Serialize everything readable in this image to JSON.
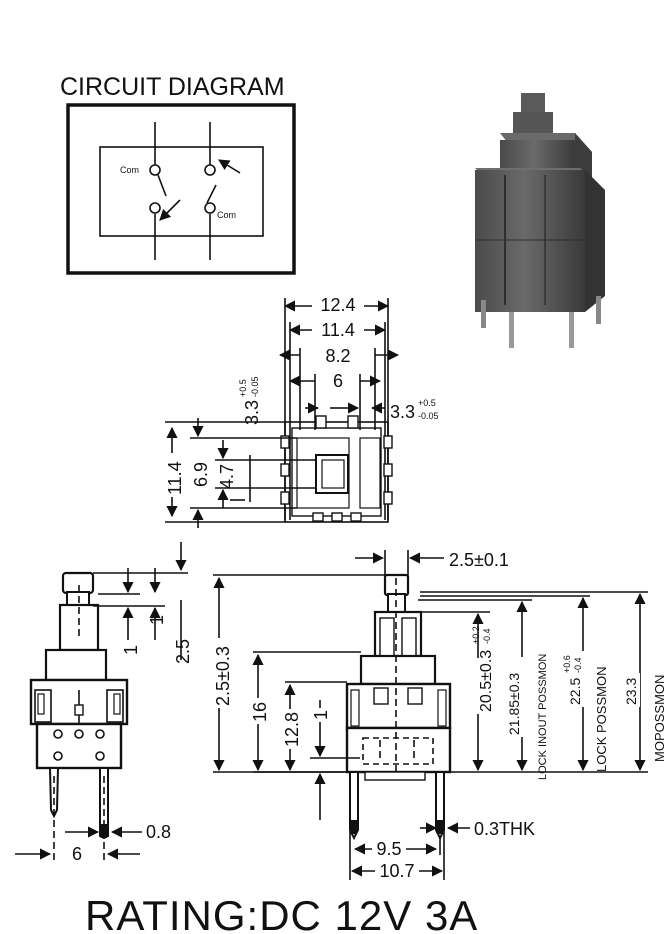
{
  "circuit": {
    "title": "CIRCUIT DIAGRAM",
    "com_left": "Com",
    "com_right": "Com"
  },
  "top_view": {
    "w_overall": "12.4",
    "w_body": "11.4",
    "w_inner": "8.2",
    "w_pin": "6",
    "pin_left_main": "3.3",
    "pin_left_sup": "+0.5",
    "pin_left_sub": "-0.05",
    "pin_right_main": "3.3",
    "pin_right_sup": "+0.5",
    "pin_right_sub": "-0.05",
    "h_overall": "11.4",
    "h_mid": "6.9",
    "h_small": "4.7"
  },
  "side_left": {
    "dim_1a": "1",
    "dim_1b": "1",
    "dim_25": "2.5",
    "dim_08": "0.8",
    "dim_6": "6"
  },
  "front_view": {
    "stem_width": "2.5±0.1",
    "dim_25": "2.5±0.3",
    "dim_16": "16",
    "dim_128": "12.8",
    "dim_1": "1",
    "dim_205_main": "20.5±0.3",
    "dim_205_sup": "+0.2",
    "dim_205_sub": "-0.4",
    "dim_2185": "21.85±0.3",
    "lock_inout": "LOCK INOUT POSSMON",
    "dim_225_main": "22.5",
    "dim_225_sup": "+0.6",
    "dim_225_sub": "-0.4",
    "lock_possmon": "LOCK POSSMON",
    "dim_233": "23.3",
    "moposs": "MOPOSSMON",
    "w_95": "9.5",
    "w_107": "10.7",
    "thk": "0.3THK"
  },
  "rating": "RATING:DC 12V 3A"
}
